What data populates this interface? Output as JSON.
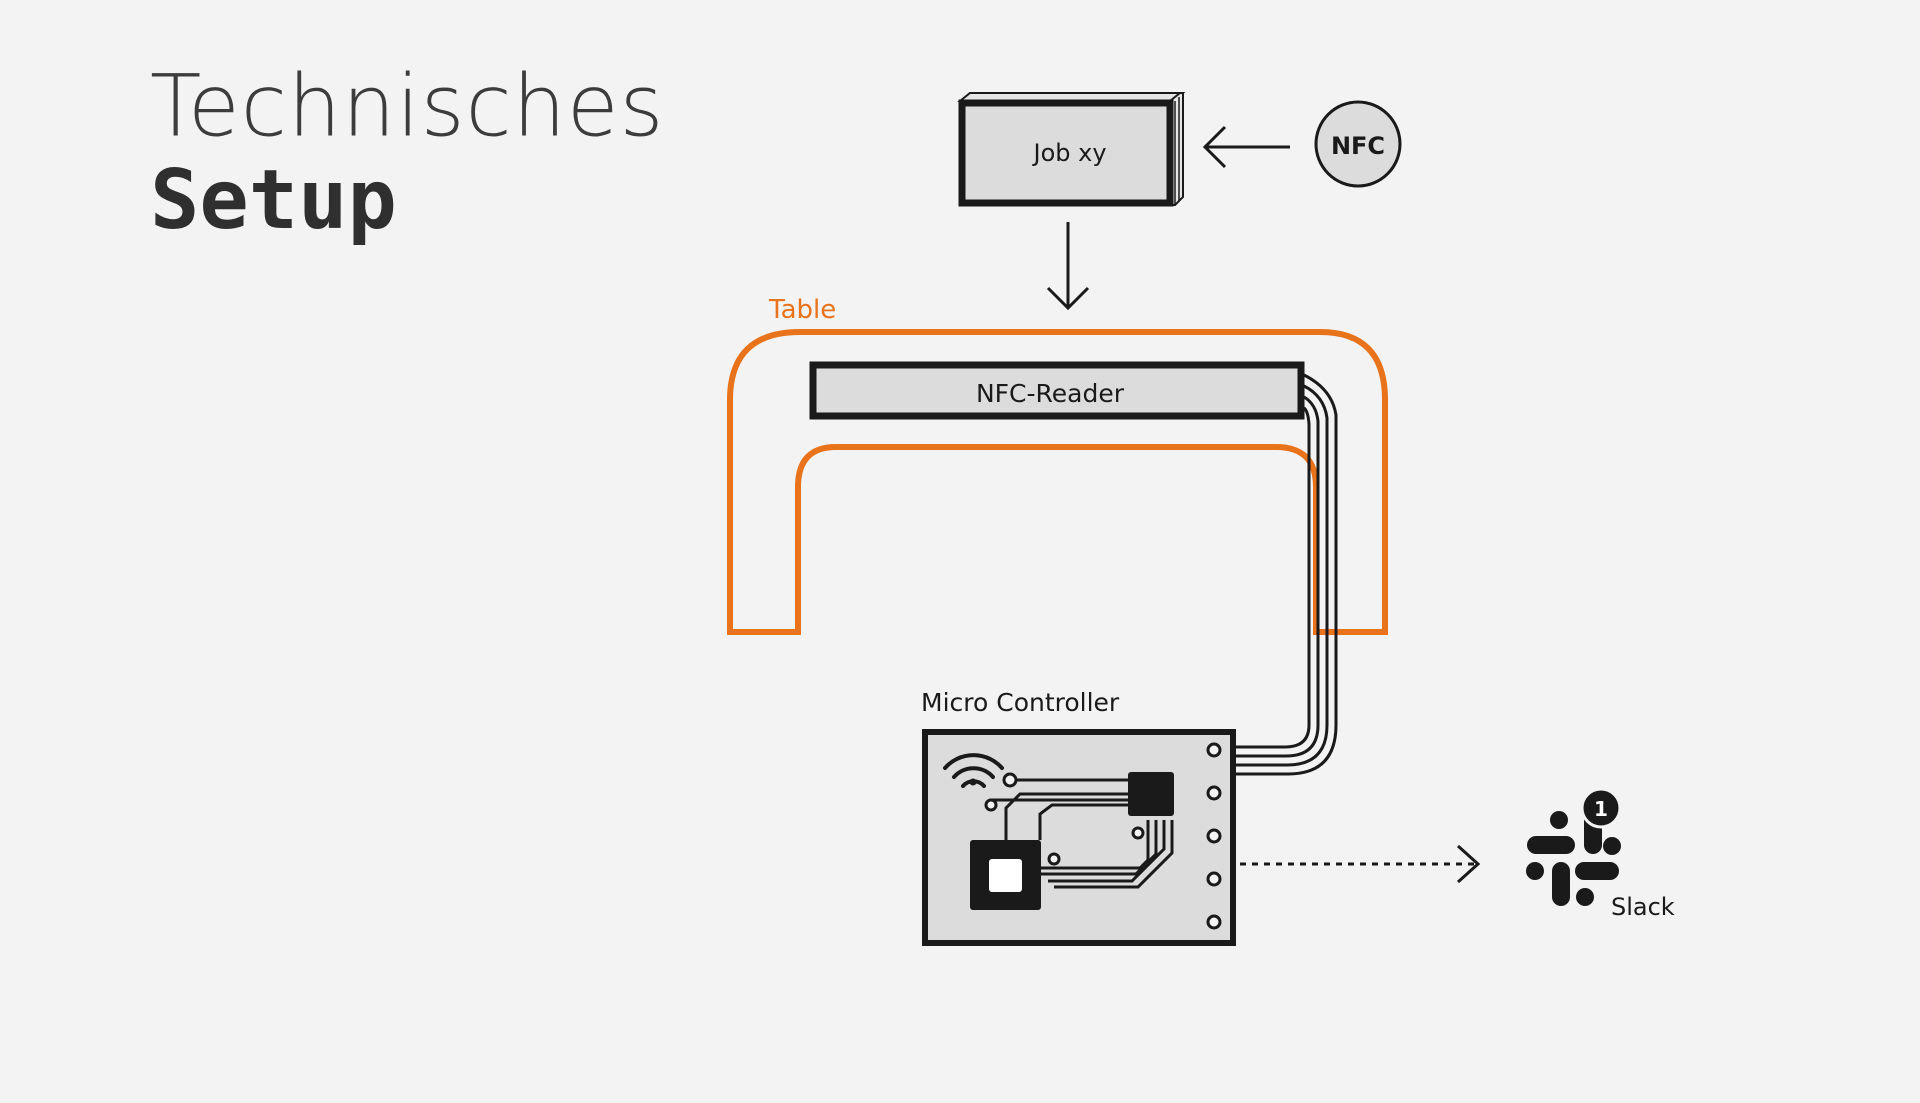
{
  "title": {
    "line1": "Technisches",
    "line2": "Setup"
  },
  "labels": {
    "job": "Job xy",
    "nfc_tag": "NFC",
    "table": "Table",
    "nfc_reader": "NFC-Reader",
    "micro_controller": "Micro Controller",
    "slack": "Slack",
    "notification_count": "1"
  },
  "colors": {
    "background": "#f3f3f3",
    "table_outline": "#e8731a",
    "stroke": "#1a1a1a",
    "box_fill": "#dcdcdc"
  }
}
